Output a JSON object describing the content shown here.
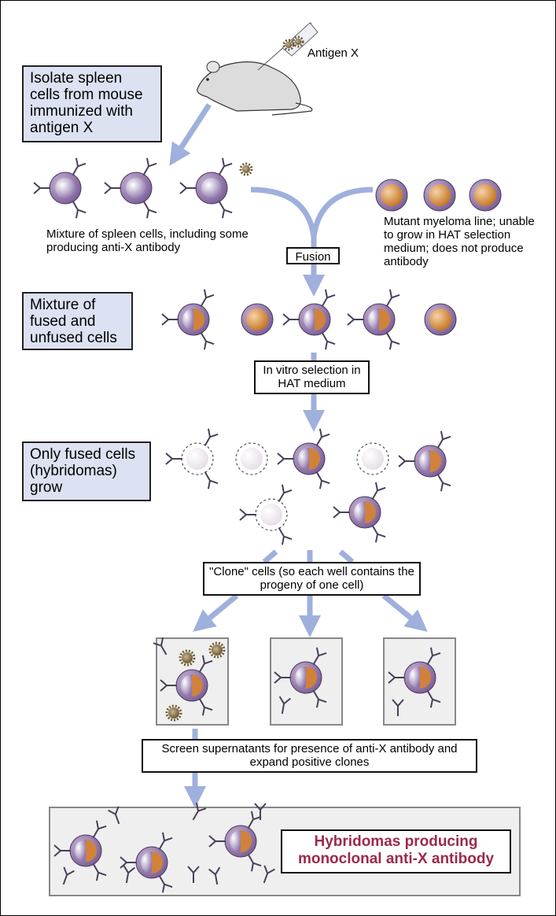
{
  "antigen_label": "Antigen X",
  "step1_box": "Isolate spleen cells from mouse immunized with antigen X",
  "spleen_caption": "Mixture of spleen cells, including some producing anti-X antibody",
  "myeloma_caption": "Mutant myeloma line; unable to grow in HAT selection medium; does not produce antibody",
  "fusion_label": "Fusion",
  "step2_box": "Mixture of fused and unfused cells",
  "selection_label": "In vitro selection in HAT medium",
  "step3_box": "Only fused cells (hybridomas) grow",
  "clone_label": "\"Clone\" cells (so each well contains the progeny of one cell)",
  "screen_label": "Screen supernatants for presence of anti-X antibody and expand positive clones",
  "result_label": "Hybridomas producing monoclonal anti-X antibody",
  "colors": {
    "arrow": "#9fb0dc",
    "step_box": "#dce2f2",
    "spleen_cell": "#8a6fa3",
    "myeloma_nucleus": "#d0823a",
    "result_text": "#9b2a4a",
    "antibody": "#4a3f5a",
    "antigen": "#8a7a50"
  }
}
